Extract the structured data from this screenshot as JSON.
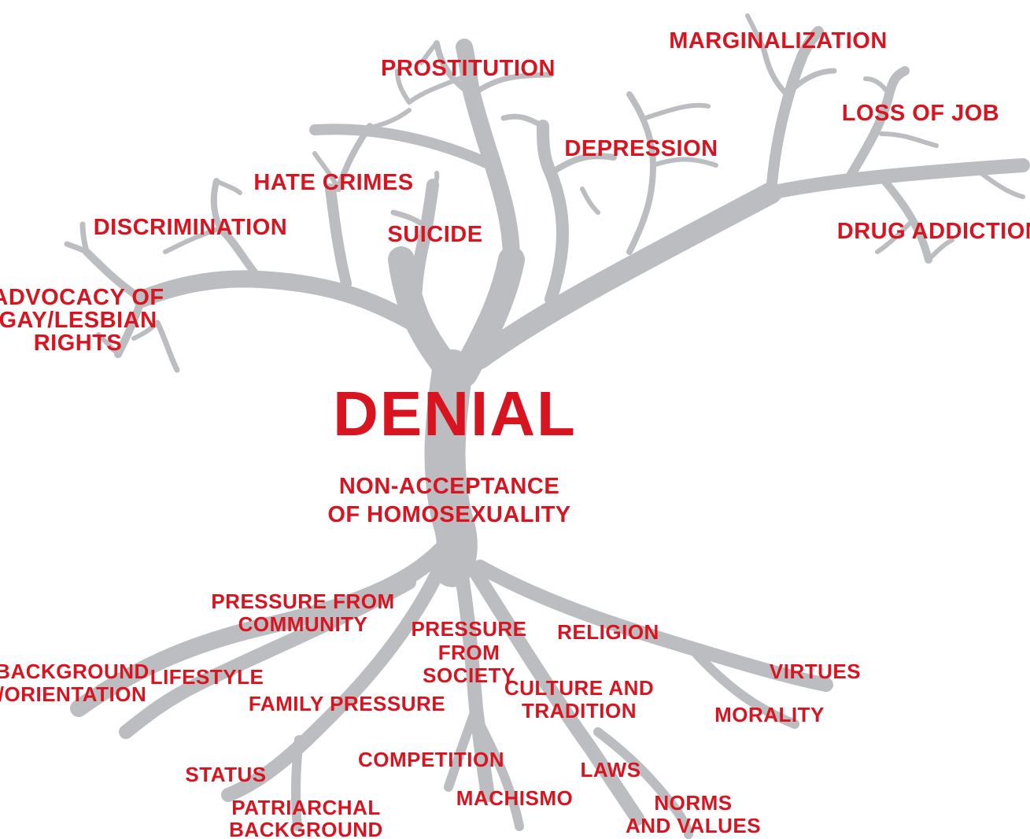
{
  "center": {
    "title": "DENIAL",
    "subtitle_line1": "NON-ACCEPTANCE",
    "subtitle_line2": "OF HOMOSEXUALITY"
  },
  "effects": {
    "prostitution": "PROSTITUTION",
    "marginalization": "MARGINALIZATION",
    "loss_of_job": "LOSS OF JOB",
    "depression": "DEPRESSION",
    "hate_crimes": "HATE CRIMES",
    "discrimination": "DISCRIMINATION",
    "suicide": "SUICIDE",
    "drug_addiction": "DRUG ADDICTION",
    "advocacy_line1": "ADVOCACY OF",
    "advocacy_line2": "GAY/LESBIAN",
    "advocacy_line3": "RIGHTS"
  },
  "causes": {
    "pressure_community_line1": "PRESSURE FROM",
    "pressure_community_line2": "COMMUNITY",
    "pressure_society_line1": "PRESSURE",
    "pressure_society_line2": "FROM",
    "pressure_society_line3": "SOCIETY",
    "religion": "RELIGION",
    "background_line1": "BACKGROUND",
    "background_line2": "/ORIENTATION",
    "lifestyle": "LIFESTYLE",
    "virtues": "VIRTUES",
    "culture_line1": "CULTURE AND",
    "culture_line2": "TRADITION",
    "family_pressure": "FAMILY PRESSURE",
    "morality": "MORALITY",
    "competition": "COMPETITION",
    "laws": "LAWS",
    "status": "STATUS",
    "machismo": "MACHISMO",
    "norms_line1": "NORMS",
    "norms_line2": "AND VALUES",
    "patriarchal_line1": "PATRIARCHAL",
    "patriarchal_line2": "BACKGROUND"
  },
  "colors": {
    "label_red": "#d7141f",
    "tree_gray": "#bcbdc0",
    "background": "#ffffff"
  }
}
